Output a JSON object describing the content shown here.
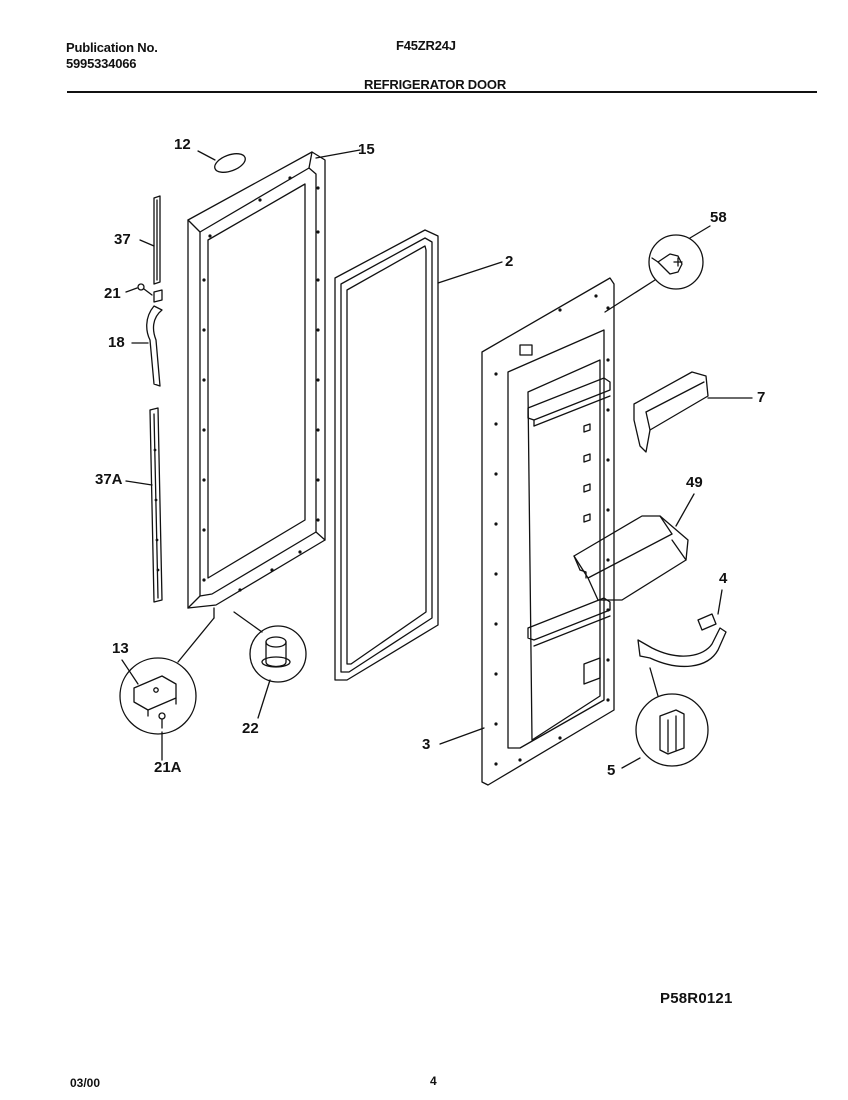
{
  "header": {
    "publication_label": "Publication No.",
    "publication_number": "5995334066",
    "model": "F45ZR24J",
    "section_title": "REFRIGERATOR DOOR"
  },
  "callouts": {
    "c12": "12",
    "c15": "15",
    "c37": "37",
    "c21": "21",
    "c18": "18",
    "c37a": "37A",
    "c13": "13",
    "c21a": "21A",
    "c22": "22",
    "c2": "2",
    "c58": "58",
    "c7": "7",
    "c49": "49",
    "c4": "4",
    "c3": "3",
    "c5": "5"
  },
  "diagram_ref": "P58R0121",
  "footer": {
    "date": "03/00",
    "page": "4"
  }
}
